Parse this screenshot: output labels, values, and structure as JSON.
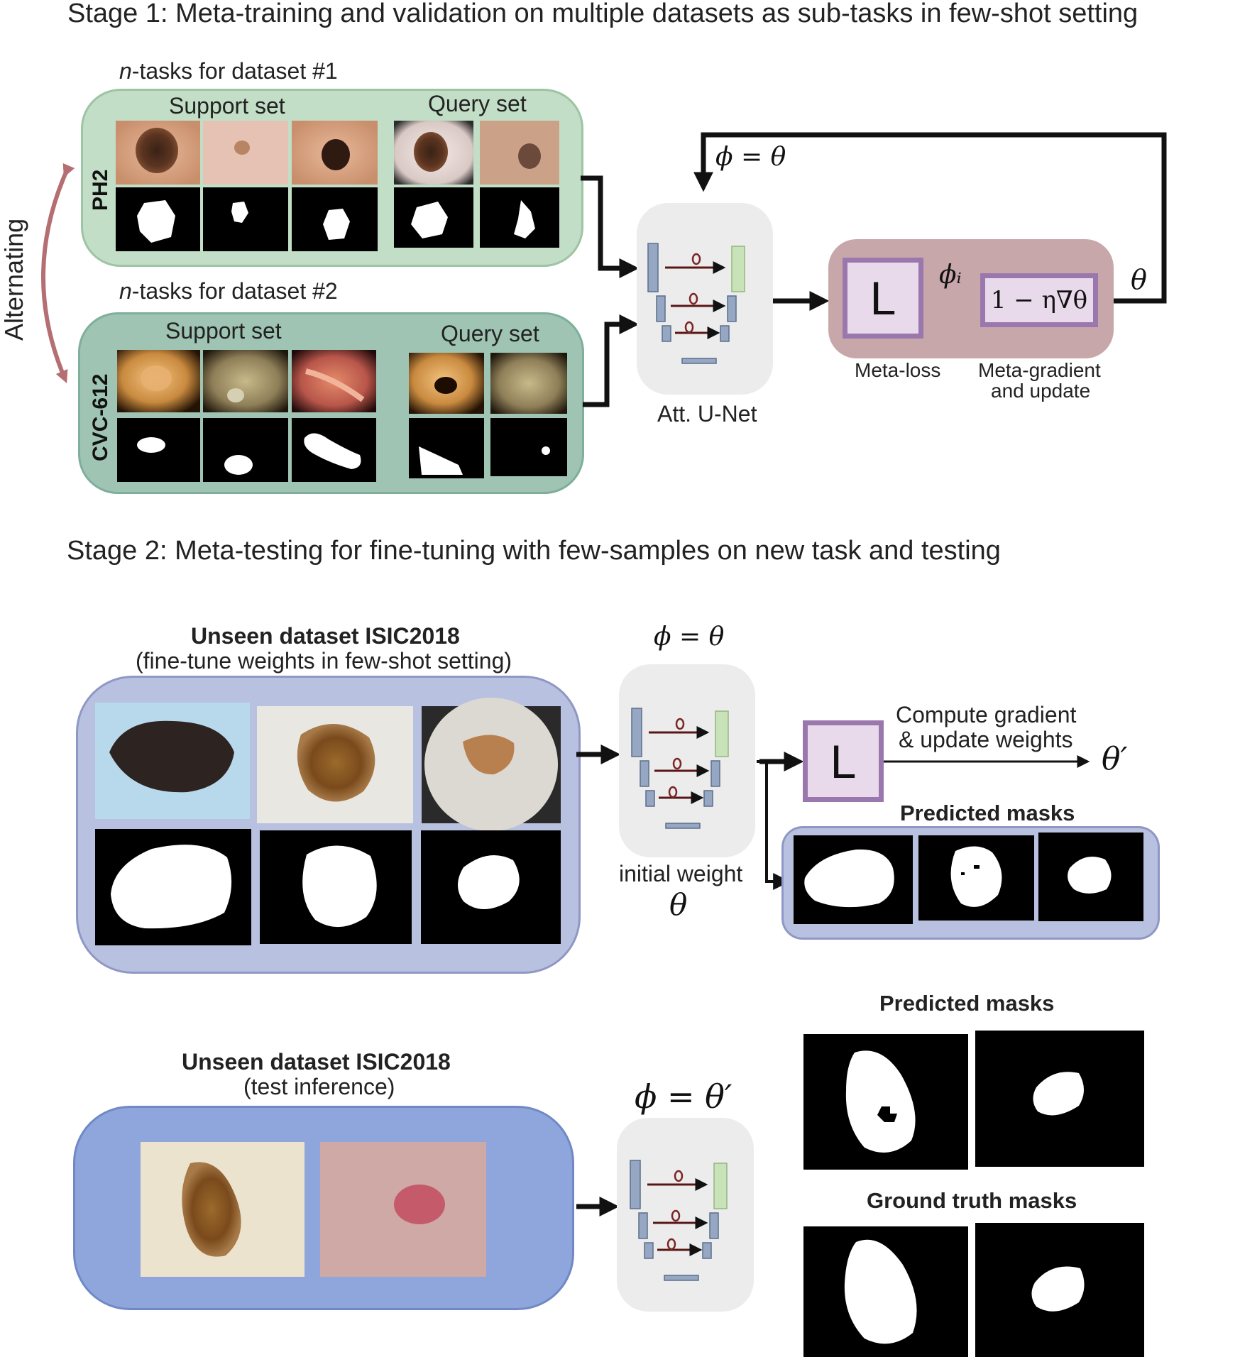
{
  "stage1": {
    "title": "Stage 1: Meta-training and validation on multiple datasets as sub-tasks in few-shot setting",
    "alternating_label": "Alternating",
    "dataset1": {
      "tasks_prefix": "n",
      "tasks_suffix": "-tasks for dataset #1",
      "name": "PH2",
      "support_label": "Support set",
      "query_label": "Query set"
    },
    "dataset2": {
      "tasks_prefix": "n",
      "tasks_suffix": "-tasks for dataset #2",
      "name": "CVC-612",
      "support_label": "Support set",
      "query_label": "Query set"
    },
    "feedback_eq": "ϕ = θ",
    "model_label": "Att. U-Net",
    "loss_symbol": "L",
    "phi_i": "ϕᵢ",
    "update_formula": "1 − η∇θ",
    "theta": "θ",
    "meta_loss_label": "Meta-loss",
    "meta_grad_label_1": "Meta-gradient",
    "meta_grad_label_2": "and update"
  },
  "stage2": {
    "title": "Stage 2: Meta-testing for fine-tuning with few-samples on new task and testing",
    "finetune": {
      "dataset_title": "Unseen dataset ISIC2018",
      "dataset_subtitle": "(fine-tune weights in few-shot setting)",
      "eq": "ϕ = θ",
      "init_label": "initial weight",
      "init_symbol": "θ",
      "loss_symbol": "L",
      "compute_1": "Compute gradient",
      "compute_2": "& update weights",
      "theta_prime": "θ′",
      "predicted_label": "Predicted masks"
    },
    "test": {
      "dataset_title": "Unseen dataset ISIC2018",
      "dataset_subtitle": "(test inference)",
      "eq": "ϕ = θ′",
      "predicted_label": "Predicted masks",
      "ground_truth_label": "Ground truth masks"
    }
  },
  "colors": {
    "green_panel": "#c2dec6",
    "teal_panel": "#9fc4b4",
    "lavender_panel": "#b9c1e0",
    "blue_panel": "#8ea6dc",
    "meta_box": "#c8a7aa",
    "loss_border": "#9a78ad",
    "alternating_arrow": "#b56e72"
  },
  "icons": [
    "unet-diagram-icon",
    "arrow-right-icon",
    "curved-double-arrow-icon"
  ]
}
